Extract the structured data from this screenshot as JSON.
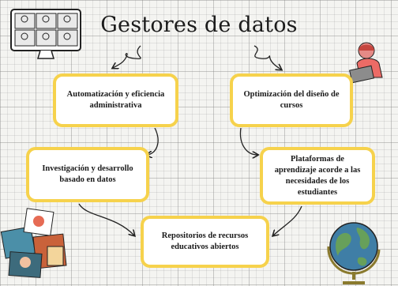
{
  "title": "Gestores de datos",
  "nodes": [
    {
      "id": "b1",
      "label": "Automatización y eficiencia administrativa"
    },
    {
      "id": "b2",
      "label": "Optimización del diseño de cursos"
    },
    {
      "id": "b3",
      "label": "Investigación y desarrollo basado en datos"
    },
    {
      "id": "b4",
      "label": "Plataformas de aprendizaje acorde a las necesidades de los estudiantes"
    },
    {
      "id": "b5",
      "label": "Repositorios de recursos educativos abiertos"
    }
  ],
  "illustrations": [
    "video-call-icon",
    "person-laptop-icon",
    "photo-collage-icon",
    "globe-icon"
  ],
  "colors": {
    "box_border": "#f6d24c",
    "background": "#f4f4f1",
    "text": "#1a1a1a"
  }
}
